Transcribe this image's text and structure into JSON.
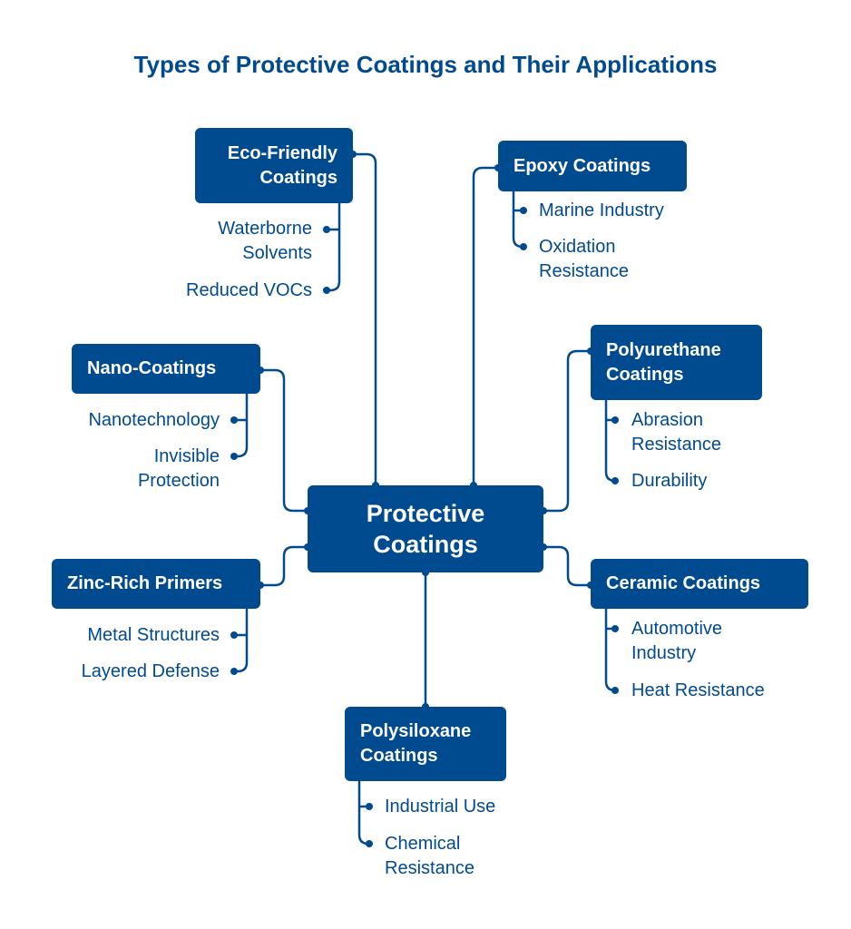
{
  "title": "Types of Protective Coatings and Their Applications",
  "accent_color": "#004a8f",
  "center": "Protective\nCoatings",
  "branches": [
    {
      "label": "Eco-Friendly\nCoatings",
      "items": [
        "Waterborne\nSolvents",
        "Reduced VOCs"
      ]
    },
    {
      "label": "Epoxy Coatings",
      "items": [
        "Marine Industry",
        "Oxidation\nResistance"
      ]
    },
    {
      "label": "Nano-Coatings",
      "items": [
        "Nanotechnology",
        "Invisible\nProtection"
      ]
    },
    {
      "label": "Polyurethane\nCoatings",
      "items": [
        "Abrasion\nResistance",
        "Durability"
      ]
    },
    {
      "label": "Zinc-Rich Primers",
      "items": [
        "Metal Structures",
        "Layered Defense"
      ]
    },
    {
      "label": "Ceramic Coatings",
      "items": [
        "Automotive\nIndustry",
        "Heat Resistance"
      ]
    },
    {
      "label": "Polysiloxane\nCoatings",
      "items": [
        "Industrial Use",
        "Chemical\nResistance"
      ]
    }
  ]
}
